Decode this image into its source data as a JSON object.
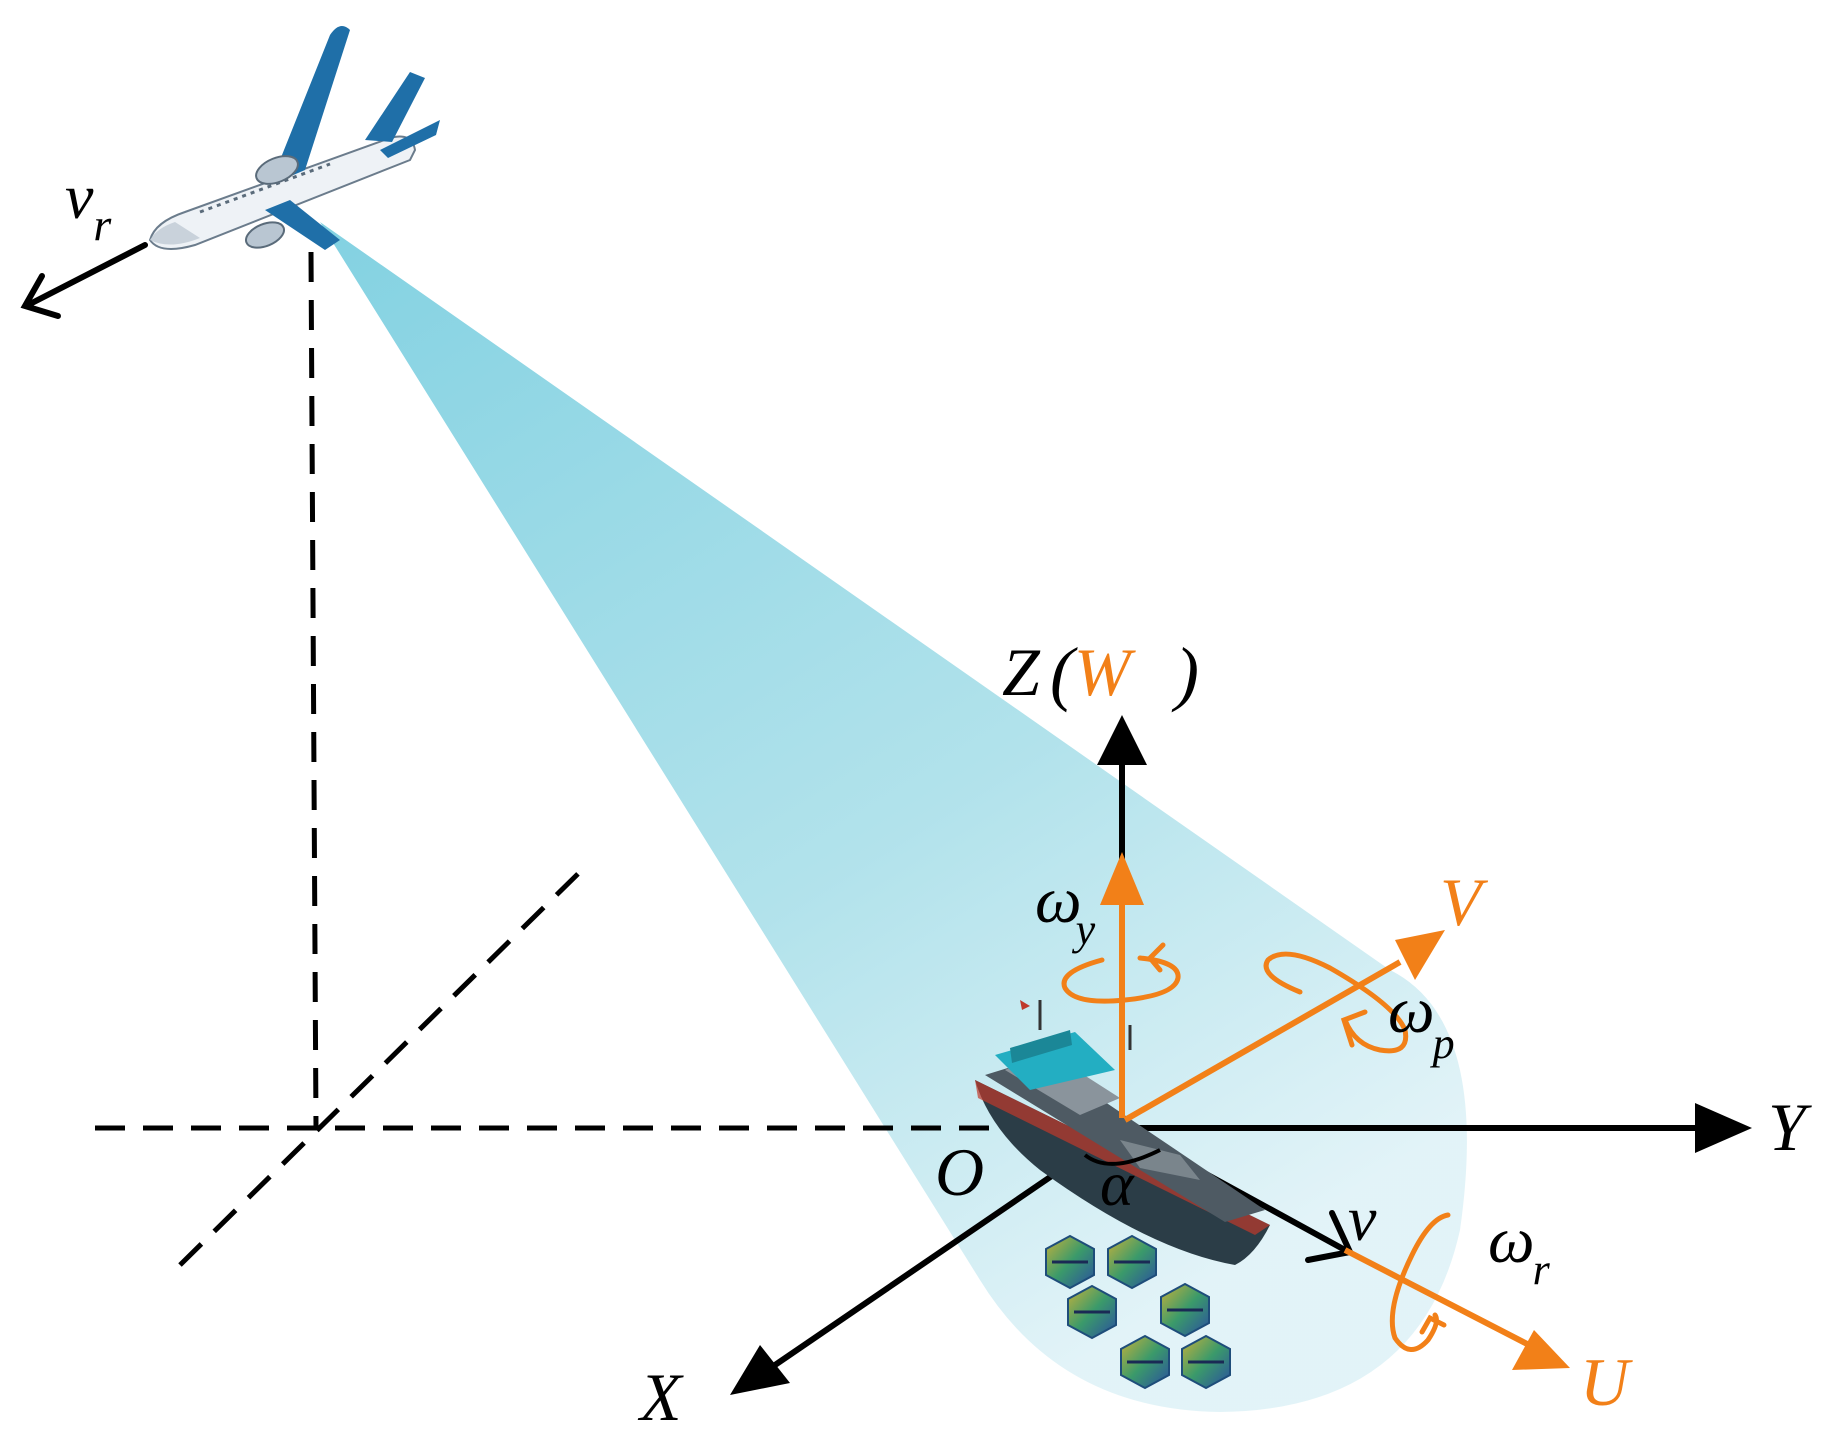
{
  "colors": {
    "black": "#000000",
    "orange": "#f28018",
    "beam": "#8fd3e3",
    "plane_body": "#e9eef3",
    "plane_wing": "#1f6fa8"
  },
  "labels": {
    "vr_main": "v",
    "vr_sub": "r",
    "z_axis": "Z",
    "w_axis": "W",
    "paren_open": "(",
    "paren_close": ")",
    "y_axis": "Y",
    "x_axis": "X",
    "origin": "O",
    "alpha": "α",
    "velocity": "v",
    "v_axis": "V",
    "u_axis": "U",
    "omega_y_main": "ω",
    "omega_y_sub": "y",
    "omega_p_main": "ω",
    "omega_p_sub": "p",
    "omega_r_main": "ω",
    "omega_r_sub": "r"
  },
  "icons": {
    "aircraft": "airplane-icon",
    "target": "ship-icon",
    "scatterers": "scatterer-cube-icon"
  }
}
